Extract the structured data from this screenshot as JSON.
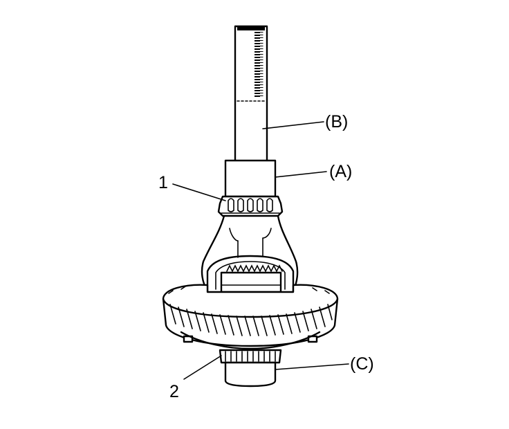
{
  "callouts": {
    "part_1": "1",
    "part_2": "2",
    "tool_a": "(A)",
    "tool_b": "(B)",
    "tool_c": "(C)"
  },
  "colors": {
    "line": "#000000",
    "background": "#ffffff"
  }
}
